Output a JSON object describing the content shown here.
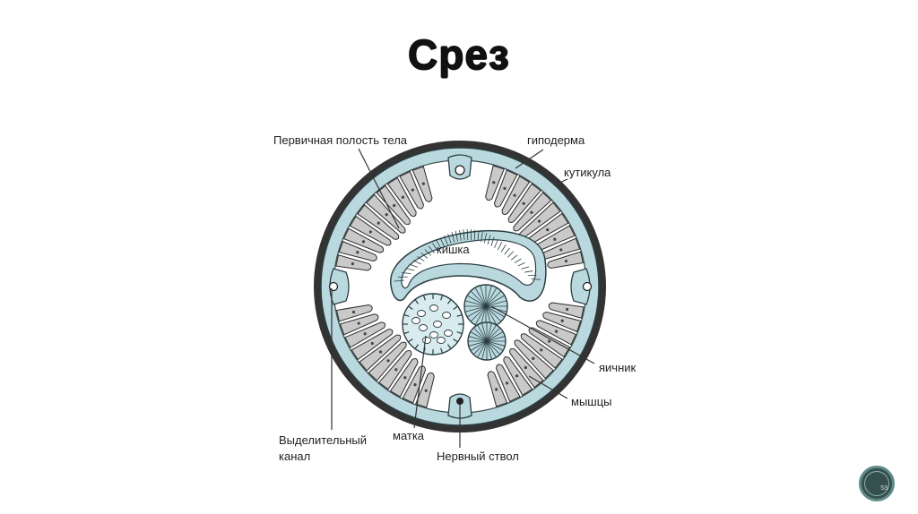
{
  "slide": {
    "title": "Срез",
    "page_number": "53"
  },
  "diagram": {
    "labels": {
      "primary_cavity": "Первичная полость тела",
      "hypodermis": "гиподерма",
      "cuticle": "кутикула",
      "intestine": "кишка",
      "ovary": "яичник",
      "muscles": "мышцы",
      "excretory_canal_line1": "Выделительный",
      "excretory_canal_line2": "канал",
      "uterus": "матка",
      "nerve_cord": "Нервный ствол"
    }
  },
  "colors": {
    "hypodermis_blue": "#b9d9df",
    "muscle_grey": "#c9c9c9",
    "cuticle_dark": "#333333",
    "nav_button": "#35504d"
  }
}
